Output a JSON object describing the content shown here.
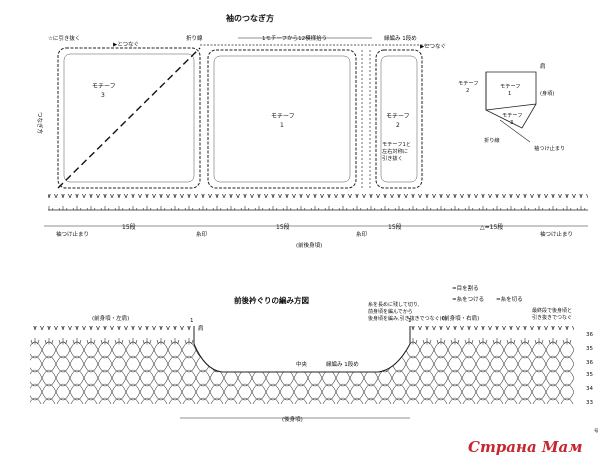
{
  "top": {
    "title": "袖のつなぎ方",
    "note_slip": "☆に引き抜く",
    "note_join_left": "▶とつなぐ",
    "fold_line_left": "折り線",
    "motif_span": "1モチーフから12模様拾う",
    "join_rows": "縁編み 1段め",
    "note_join_right": "▶とつなぐ",
    "motif_3_label": "モチーフ",
    "motif_3_num": "3",
    "motif_1_label": "モチーフ",
    "motif_1_num": "1",
    "motif_2_label": "モチーフ",
    "motif_2_num": "2",
    "side_vertical": "つなぎ方",
    "note_symmetric": [
      "モチーフ1と",
      "左右対称に",
      "引き抜く"
    ],
    "rows_left": "15段",
    "rows_middle": "15段",
    "rows_right": "15段",
    "rows_far_right": "△=15段",
    "arrow_mark_1": "糸印",
    "arrow_mark_2": "糸印",
    "stop_left": "袖つけ止まり",
    "stop_right": "袖つけ止まり",
    "front_back": "(前後身頃)"
  },
  "mini": {
    "shoulder": "肩",
    "m2": "モチーフ",
    "m2n": "2",
    "m1": "モチーフ",
    "m1n": "1",
    "body": "(身頃)",
    "m3": "モチーフ",
    "m3n": "3",
    "fold": "折り線",
    "stop": "袖つけ止まり"
  },
  "bottom": {
    "title": "前後衿ぐりの編み方図",
    "legend_1": "=目を割る",
    "legend_2": "=糸をつける",
    "legend_3": "=糸を切る",
    "left_shoulder": "(前身頃・左肩)",
    "right_shoulder": "(前身頃・右肩)",
    "shoulder_mark": "肩",
    "note_mid": [
      "糸を長めに残して切り,",
      "前身頃を編んでから",
      "後身頃を編み,引き抜きでつなぐ(0)"
    ],
    "note_final": [
      "最終段で後身頃と",
      "引き抜きでつなぐ"
    ],
    "center": "中央",
    "edge_row": "縁編み 1段め",
    "back_body": "(後身頃)",
    "row_36_top": "36",
    "row_35": "35",
    "row_36": "36",
    "row_35b": "35",
    "row_34": "34",
    "row_33": "33",
    "row_1": "1",
    "row_1b": "1",
    "page_no": "号"
  },
  "watermark": "Страна Мам"
}
